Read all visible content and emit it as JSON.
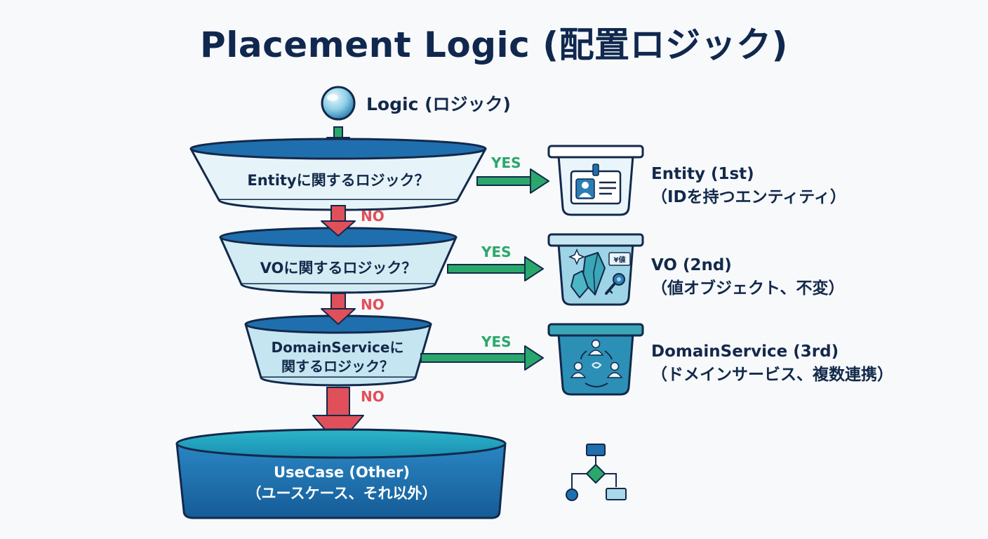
{
  "title": "Placement Logic (配置ロジック)",
  "start": {
    "label": "Logic (ロジック)"
  },
  "questions": [
    {
      "text": "Entityに関するロジック？"
    },
    {
      "text": "VOに関するロジック？"
    },
    {
      "line1": "DomainServiceに",
      "line2": "関するロジック？"
    }
  ],
  "yes_label": "YES",
  "no_label": "NO",
  "outcomes": [
    {
      "name": "Entity (1st)",
      "desc": "（IDを持つエンティティ）"
    },
    {
      "name": "VO (2nd)",
      "desc": "（値オブジェクト、不変）",
      "badge": "¥値"
    },
    {
      "name": "DomainService (3rd)",
      "desc": "（ドメインサービス、複数連携）"
    }
  ],
  "usecase": {
    "line1": "UseCase (Other)",
    "line2": "（ユースケース、それ以外）"
  },
  "colors": {
    "navy": "#13294b",
    "funnel_light": "#e6f4f9",
    "funnel_mid": "#cde9f2",
    "funnel_dark": "#1f6fae",
    "yes_green": "#2aa86b",
    "no_red": "#e0505a",
    "usecase_blue": "#1a67a6"
  }
}
